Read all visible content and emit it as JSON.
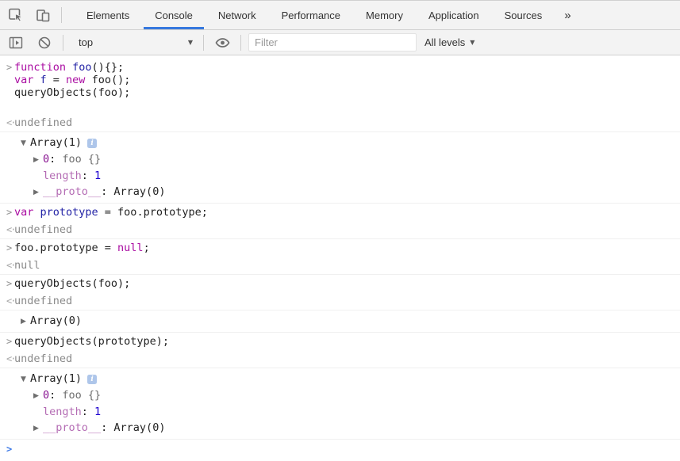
{
  "tab_bar": {
    "tabs": [
      {
        "label": "Elements",
        "selected": false
      },
      {
        "label": "Console",
        "selected": true
      },
      {
        "label": "Network",
        "selected": false
      },
      {
        "label": "Performance",
        "selected": false
      },
      {
        "label": "Memory",
        "selected": false
      },
      {
        "label": "Application",
        "selected": false
      },
      {
        "label": "Sources",
        "selected": false
      }
    ],
    "more_tabs_icon": "»"
  },
  "toolbar": {
    "context_selector": {
      "value": "top"
    },
    "filter": {
      "placeholder": "Filter",
      "value": ""
    },
    "level_filter": {
      "label": "All levels"
    }
  },
  "icons": {
    "command_chevron": ">",
    "result_arrow": "<·",
    "prompt_chevron": ">",
    "caret_down": "▼",
    "tree_expanded": "▼",
    "tree_collapsed": "▶",
    "info": "i"
  },
  "colors": {
    "toolbar_bg": "#f3f3f3",
    "border": "#d0d0d0",
    "entry_border": "#f0f0f0",
    "accent": "#3678de",
    "prompt_blue": "#3b78e7",
    "icon_gray": "#6e6e6e",
    "text": "#222222",
    "keyword": "#aa0da2",
    "definition": "#2323a6",
    "number": "#1c00cf",
    "property": "#881391",
    "property_dim": "#b46cb4",
    "preview": "#6e6e6e",
    "muted": "#8a8a8a",
    "info_badge": "#aec6ea"
  },
  "console": {
    "entries": [
      {
        "type": "group",
        "command_lines": [
          [
            [
              "function ",
              "keyword"
            ],
            [
              "foo",
              "definition"
            ],
            [
              "(){};",
              "plain"
            ]
          ],
          [
            [
              "var ",
              "keyword"
            ],
            [
              "f",
              "definition"
            ],
            [
              " = ",
              "plain"
            ],
            [
              "new ",
              "keyword"
            ],
            [
              "foo();",
              "plain"
            ]
          ],
          [
            [
              "queryObjects(foo);",
              "plain"
            ]
          ],
          []
        ],
        "result": [
          [
            "undefined",
            "muted"
          ]
        ]
      },
      {
        "type": "tree",
        "expanded": true,
        "info_badge": true,
        "root": [
          [
            "Array(1)",
            "plain"
          ]
        ],
        "children": [
          {
            "arrow": true,
            "tokens": [
              [
                "0",
                "property"
              ],
              [
                ": ",
                "plain"
              ],
              [
                "foo {}",
                "preview"
              ]
            ]
          },
          {
            "arrow": false,
            "tokens": [
              [
                "length",
                "property-dim"
              ],
              [
                ": ",
                "plain"
              ],
              [
                "1",
                "number"
              ]
            ]
          },
          {
            "arrow": true,
            "tokens": [
              [
                "__proto__",
                "property-dim"
              ],
              [
                ": ",
                "plain"
              ],
              [
                "Array(0)",
                "plain"
              ]
            ]
          }
        ]
      },
      {
        "type": "group",
        "command_lines": [
          [
            [
              "var ",
              "keyword"
            ],
            [
              "prototype",
              "definition"
            ],
            [
              " = foo.prototype;",
              "plain"
            ]
          ]
        ],
        "result": [
          [
            "undefined",
            "muted"
          ]
        ]
      },
      {
        "type": "group",
        "command_lines": [
          [
            [
              "foo.prototype = ",
              "plain"
            ],
            [
              "null",
              "keyword"
            ],
            [
              ";",
              "plain"
            ]
          ]
        ],
        "result": [
          [
            "null",
            "muted"
          ]
        ]
      },
      {
        "type": "group",
        "command_lines": [
          [
            [
              "queryObjects(foo);",
              "plain"
            ]
          ]
        ],
        "result": [
          [
            "undefined",
            "muted"
          ]
        ]
      },
      {
        "type": "tree",
        "expanded": false,
        "info_badge": false,
        "root": [
          [
            "Array(0)",
            "plain"
          ]
        ],
        "children": []
      },
      {
        "type": "group",
        "command_lines": [
          [
            [
              "queryObjects(prototype);",
              "plain"
            ]
          ]
        ],
        "result": [
          [
            "undefined",
            "muted"
          ]
        ]
      },
      {
        "type": "tree",
        "expanded": true,
        "info_badge": true,
        "root": [
          [
            "Array(1)",
            "plain"
          ]
        ],
        "children": [
          {
            "arrow": true,
            "tokens": [
              [
                "0",
                "property"
              ],
              [
                ": ",
                "plain"
              ],
              [
                "foo {}",
                "preview"
              ]
            ]
          },
          {
            "arrow": false,
            "tokens": [
              [
                "length",
                "property-dim"
              ],
              [
                ": ",
                "plain"
              ],
              [
                "1",
                "number"
              ]
            ]
          },
          {
            "arrow": true,
            "tokens": [
              [
                "__proto__",
                "property-dim"
              ],
              [
                ": ",
                "plain"
              ],
              [
                "Array(0)",
                "plain"
              ]
            ]
          }
        ]
      }
    ]
  }
}
